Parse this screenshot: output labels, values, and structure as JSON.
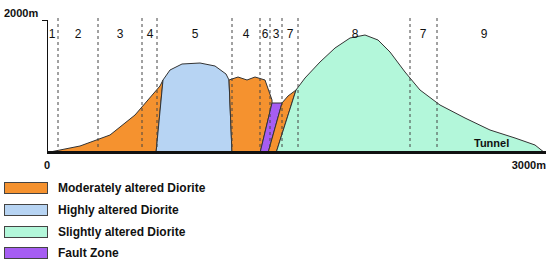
{
  "diagram": {
    "labels": [
      "2000m",
      "1",
      "2",
      "3",
      "4",
      "5",
      "4",
      "6",
      "3",
      "7",
      "8",
      "7",
      "9",
      "Tunnel",
      "0",
      "3000m"
    ],
    "legend": [
      {
        "text": "Moderately altered Diorite",
        "color": "#f5922f"
      },
      {
        "text": "Highly altered Diorite",
        "color": "#b7d4f3"
      },
      {
        "text": "Slightly altered Diorite",
        "color": "#b3f7da"
      },
      {
        "text": "Fault Zone",
        "color": "#a65df2"
      }
    ]
  }
}
